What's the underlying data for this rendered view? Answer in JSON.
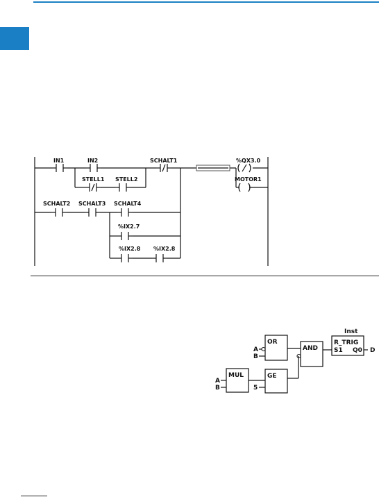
{
  "colors": {
    "accent": "#1a7fc4",
    "ink": "#111111"
  },
  "ladder": {
    "contacts": {
      "in1": "IN1",
      "in2": "IN2",
      "schalt1": "SCHALT1",
      "stell1": "STELL1",
      "stell2": "STELL2",
      "schalt2": "SCHALT2",
      "schalt3": "SCHALT3",
      "schalt4": "SCHALT4",
      "ix27": "%IX2.7",
      "ix28a": "%IX2.8",
      "ix28b": "%IX2.8"
    },
    "coils": {
      "qx30": "%QX3.0",
      "motor1": "MOTOR1",
      "negated_symbol": "(/)",
      "normal_symbol": "( )"
    }
  },
  "fbd": {
    "inputs": {
      "or_a": "A",
      "or_b": "B",
      "mul_a": "A",
      "mul_b": "B",
      "ge_const": "5"
    },
    "blocks": {
      "or": "OR",
      "and": "AND",
      "mul": "MUL",
      "ge": "GE"
    },
    "rtrig": {
      "instance": "Inst",
      "title": "R_TRIG",
      "in_pin": "S1",
      "out_pin": "Q0"
    },
    "output": "D"
  }
}
